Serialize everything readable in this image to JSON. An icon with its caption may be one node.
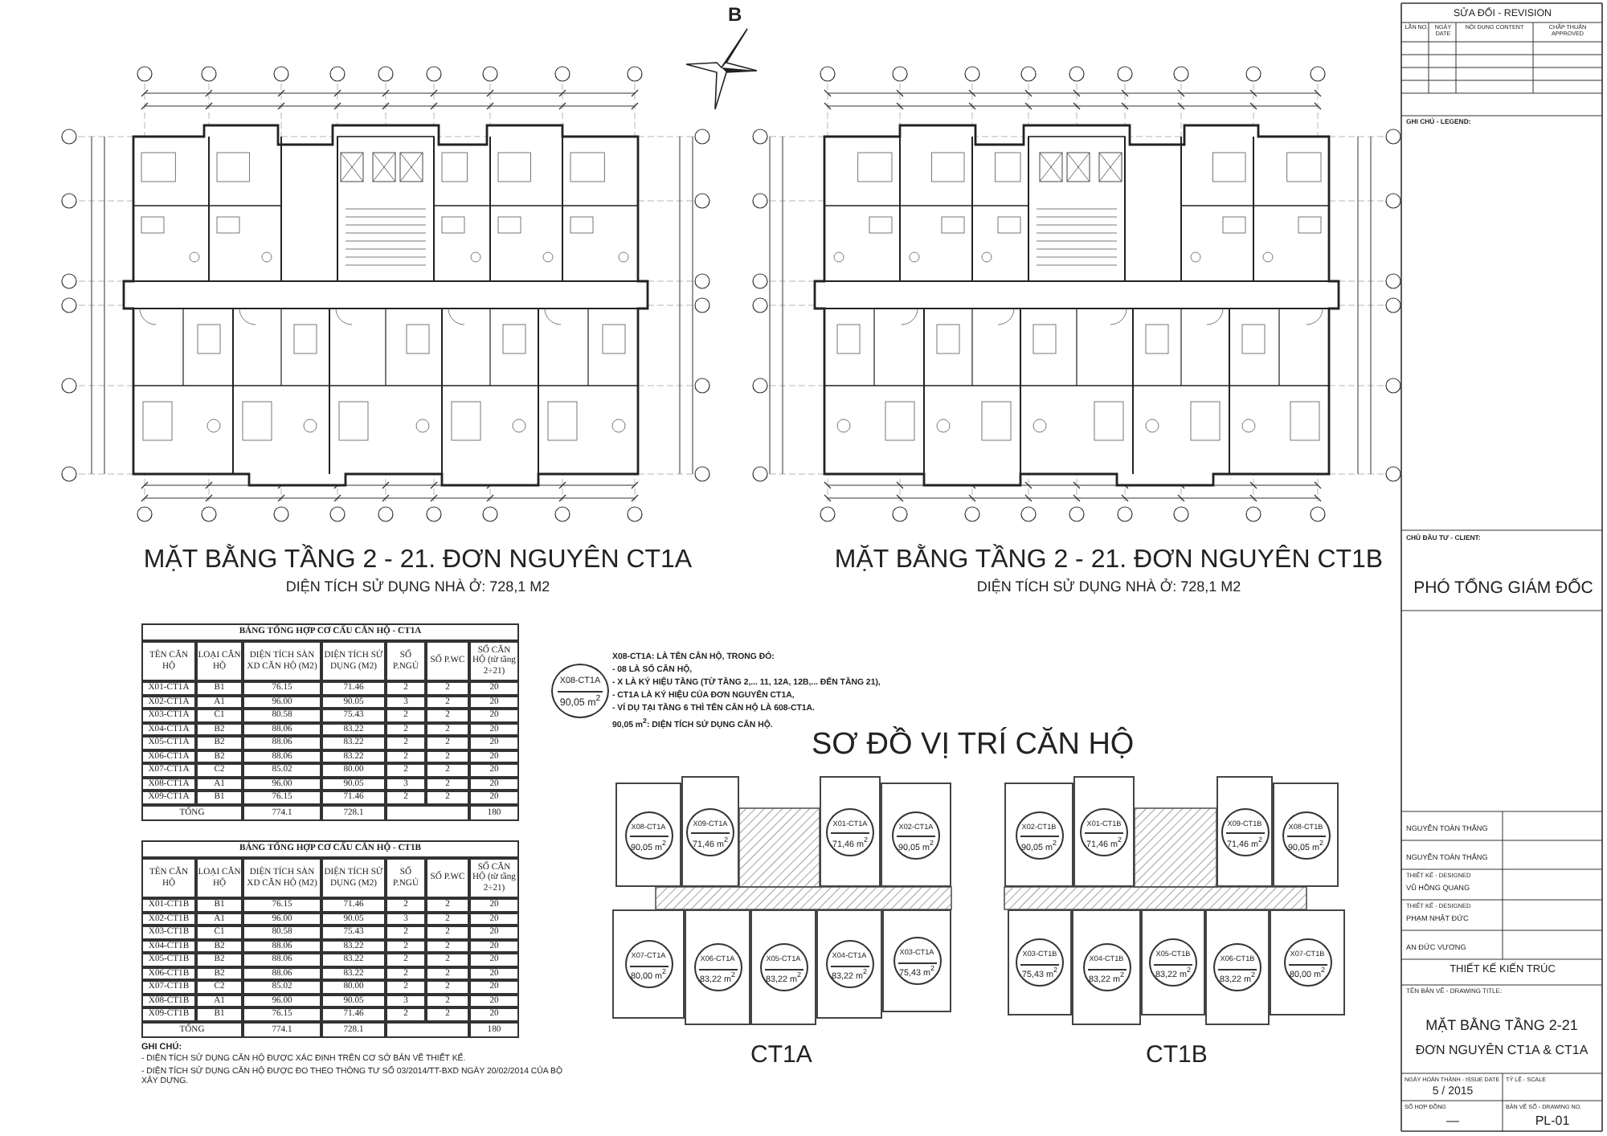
{
  "diagram": {
    "title": "SƠ ĐỒ VỊ TRÍ CĂN HỘ",
    "nodes": [
      {
        "text": [
          "X08-CT1A",
          "90,05 m$^{2}$"
        ]
      },
      {
        "text": [
          "X08-CT1A",
          "90,05 m$^{2}$"
        ]
      },
      {
        "text": [
          "X09-CT1A",
          "71,46 m$^{2}$"
        ]
      },
      {
        "text": [
          "X01-CT1A",
          "71,46 m$^{2}$"
        ]
      },
      {
        "text": [
          "X02-CT1A",
          "90,05 m$^{2}$"
        ]
      },
      {
        "text": [
          "X07-CT1A",
          "80,00 m$^{2}$"
        ]
      },
      {
        "text": [
          "X06-CT1A",
          "83,22 m$^{2}$"
        ]
      },
      {
        "text": [
          "X05-CT1A",
          "83,22 m$^{2}$"
        ]
      },
      {
        "text": [
          "X04-CT1A",
          "83,22 m$^{2}$"
        ]
      },
      {
        "text": [
          "X03-CT1A",
          "75,43 m$^{2}$"
        ]
      },
      {
        "text": [
          "X02-CT1B",
          "90,05 m$^{2}$"
        ]
      },
      {
        "text": [
          "X01-CT1B",
          "71,46 m$^{2}$"
        ]
      },
      {
        "text": [
          "X09-CT1B",
          "71,46 m$^{2}$"
        ]
      },
      {
        "text": [
          "X08-CT1B",
          "90,05 m$^{2}$"
        ]
      },
      {
        "text": [
          "X03-CT1B",
          "75,43 m$^{2}$"
        ]
      },
      {
        "text": [
          "X04-CT1B",
          "83,22 m$^{2}$"
        ]
      },
      {
        "text": [
          "X05-CT1B",
          "83,22 m$^{2}$"
        ]
      },
      {
        "text": [
          "X06-CT1B",
          "83,22 m$^{2}$"
        ]
      },
      {
        "text": [
          "X07-CT1B",
          "80,00 m$^{2}$"
        ]
      }
    ],
    "labels": [
      "B",
      "MẶT BẰNG TẦNG 2 - 21. ĐƠN NGUYÊN CT1A",
      "DIỆN TÍCH SỬ DỤNG NHÀ Ở: 728,1 M2",
      "MẶT BẰNG TẦNG 2 - 21. ĐƠN NGUYÊN CT1B",
      "DIỆN TÍCH SỬ DỤNG NHÀ Ở: 728,1 M2",
      "BẢNG TỔNG HỢP CƠ CẤU CĂN HỘ - CT1A",
      "TÊN CĂN HỘ",
      "LOẠI CĂN HỘ",
      "DIỆN TÍCH SÀN XD CĂN HỘ (M2)",
      "DIỆN TÍCH SỬ DỤNG (M2)",
      "SỐ P.NGỦ",
      "SỐ P.WC",
      "SỐ CĂN HỘ (từ tầng 2÷21)",
      "X01-CT1A",
      "B1",
      "76.15",
      "71.46",
      "2",
      "2",
      "20",
      "X02-CT1A",
      "A1",
      "96.00",
      "90.05",
      "3",
      "2",
      "20",
      "X03-CT1A",
      "C1",
      "80.58",
      "75.43",
      "2",
      "2",
      "20",
      "X04-CT1A",
      "B2",
      "88.06",
      "83.22",
      "2",
      "2",
      "20",
      "X05-CT1A",
      "B2",
      "88.06",
      "83.22",
      "2",
      "2",
      "20",
      "X06-CT1A",
      "B2",
      "88.06",
      "83.22",
      "2",
      "2",
      "20",
      "X07-CT1A",
      "C2",
      "85.02",
      "80.00",
      "2",
      "2",
      "20",
      "X08-CT1A",
      "A1",
      "96.00",
      "90.05",
      "3",
      "2",
      "20",
      "X09-CT1A",
      "B1",
      "76.15",
      "71.46",
      "2",
      "2",
      "20",
      "TỔNG",
      "774.1",
      "728.1",
      "180",
      "BẢNG TỔNG HỢP CƠ CẤU CĂN HỘ - CT1B",
      "TÊN CĂN HỘ",
      "LOẠI CĂN HỘ",
      "DIỆN TÍCH SÀN XD CĂN HỘ (M2)",
      "DIỆN TÍCH SỬ DỤNG (M2)",
      "SỐ P.NGỦ",
      "SỐ P.WC",
      "SỐ CĂN HỘ (từ tầng 2÷21)",
      "X01-CT1B",
      "B1",
      "76.15",
      "71.46",
      "2",
      "2",
      "20",
      "X02-CT1B",
      "A1",
      "96.00",
      "90.05",
      "3",
      "2",
      "20",
      "X03-CT1B",
      "C1",
      "80.58",
      "75.43",
      "2",
      "2",
      "20",
      "X04-CT1B",
      "B2",
      "88.06",
      "83.22",
      "2",
      "2",
      "20",
      "X05-CT1B",
      "B2",
      "88.06",
      "83.22",
      "2",
      "2",
      "20",
      "X06-CT1B",
      "B2",
      "88.06",
      "83.22",
      "2",
      "2",
      "20",
      "X07-CT1B",
      "C2",
      "85.02",
      "80.00",
      "2",
      "2",
      "20",
      "X08-CT1B",
      "A1",
      "96.00",
      "90.05",
      "3",
      "2",
      "20",
      "X09-CT1B",
      "B1",
      "76.15",
      "71.46",
      "2",
      "2",
      "20",
      "TỔNG",
      "774.1",
      "728.1",
      "180",
      "GHI CHÚ:",
      "- DIỆN TÍCH SỬ DỤNG CĂN HỘ ĐƯỢC XÁC ĐỊNH TRÊN CƠ SỞ BẢN VẼ THIẾT KẾ.",
      "- DIỆN TÍCH SỬ DỤNG CĂN HỘ ĐƯỢC ĐO THEO THÔNG TƯ SỐ 03/2014/TT-BXD NGÀY 20/02/2014 CỦA BỘ XÂY DỰNG.",
      "X08-CT1A: LÀ TÊN CĂN HỘ, TRONG ĐÓ:",
      "- 08 LÀ SỐ CĂN HỘ,",
      "- X LÀ KÝ HIỆU TẦNG (TỪ TẦNG 2,... 11, 12A, 12B,... ĐẾN TẦNG 21),",
      "- CT1A LÀ KÝ HIỆU CỦA ĐƠN NGUYÊN CT1A,",
      "- VÍ DỤ TẠI TẦNG 6 THÌ TÊN CĂN HỘ LÀ 608-CT1A.",
      "90,05 m$^{2}$: DIỆN TÍCH SỬ DỤNG CĂN HỘ.",
      "CT1A",
      "CT1B",
      "SỬA ĐỔI - REVISION",
      "LẦN NO.",
      "NGÀY DATE",
      "NỘI DUNG CONTENT",
      "CHẤP THUẬN APPROVED",
      "GHI CHÚ - LEGEND:",
      "CHỦ ĐẦU TƯ - CLIENT:",
      "PHÓ TỔNG GIÁM ĐỐC",
      "NGUYỄN TOÀN THẮNG",
      "NGUYỄN TOÀN THẮNG",
      "THIẾT KẾ - DESIGNED",
      "VŨ HỒNG QUANG",
      "THIẾT KẾ - DESIGNED",
      "PHẠM NHẬT ĐỨC",
      "AN ĐỨC VƯƠNG",
      "THIẾT KẾ KIẾN TRÚC",
      "TÊN BẢN VẼ - DRAWING TITLE:",
      "MẶT BẰNG TẦNG 2-21",
      "ĐƠN NGUYÊN CT1A & CT1A",
      "NGÀY HOÀN THÀNH - ISSUE DATE",
      "TỶ LỆ - SCALE",
      "5 / 2015",
      "SỐ HỢP ĐỒNG",
      "BẢN VẼ SỐ - DRAWING NO.",
      "—",
      "PL-01"
    ]
  }
}
